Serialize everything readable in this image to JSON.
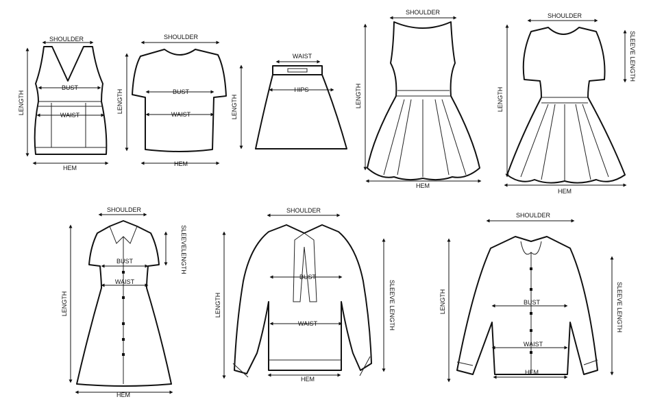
{
  "garments": [
    {
      "type": "tank-top",
      "labels": {
        "shoulder": "SHOULDER",
        "bust": "BUST",
        "waist": "WAIST",
        "length": "LENGTH",
        "hem": "HEM"
      }
    },
    {
      "type": "t-shirt",
      "labels": {
        "shoulder": "SHOULDER",
        "bust": "BUST",
        "waist": "WAIST",
        "length": "LENGTH",
        "hem": "HEM"
      }
    },
    {
      "type": "skirt",
      "labels": {
        "waist": "WAIST",
        "hips": "HIPS",
        "length": "LENGTH"
      }
    },
    {
      "type": "sleeveless-dress",
      "labels": {
        "shoulder": "SHOULDER",
        "length": "LENGTH",
        "hem": "HEM"
      }
    },
    {
      "type": "short-sleeve-dress",
      "labels": {
        "shoulder": "SHOULDER",
        "sleeve_length": "SLEEVE LENGTH",
        "length": "LENGTH",
        "hem": "HEM"
      }
    },
    {
      "type": "shirt-dress",
      "labels": {
        "shoulder": "SHOULDER",
        "sleeve_length": "SLEEVELENGTH",
        "bust": "BUST",
        "waist": "WAIST",
        "length": "LENGTH",
        "hem": "HEM"
      }
    },
    {
      "type": "bow-blouse",
      "labels": {
        "shoulder": "SHOULDER",
        "bust": "BUST",
        "waist": "WAIST",
        "sleeve_length": "SLEEVE LENGTH",
        "length": "LENGTH",
        "hem": "HEM"
      }
    },
    {
      "type": "long-sleeve-shirt",
      "labels": {
        "shoulder": "SHOULDER",
        "bust": "BUST",
        "waist": "WAIST",
        "sleeve_length": "SLEEVE LENGTH",
        "length": "LENGTH",
        "hem": "HEM"
      }
    }
  ]
}
